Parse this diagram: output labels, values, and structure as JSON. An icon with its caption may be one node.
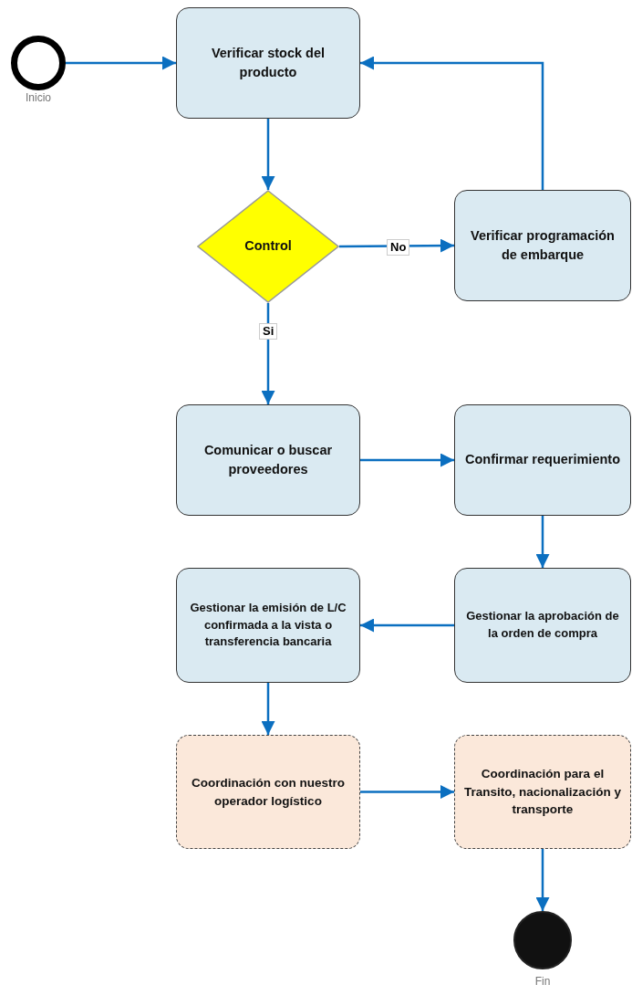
{
  "diagram": {
    "nodes": [
      {
        "text": [],
        "shape": "circle",
        "beside": [
          "Inicio"
        ]
      },
      {
        "text": [
          "Verificar stock del producto"
        ]
      },
      {
        "text": [
          "Control"
        ]
      },
      {
        "text": [
          "Verificar programación de embarque"
        ]
      },
      {
        "text": [
          "Comunicar o buscar proveedores"
        ]
      },
      {
        "text": [
          "Confirmar requerimiento"
        ]
      },
      {
        "text": [
          "Gestionar la aprobación de la orden de compra"
        ]
      },
      {
        "text": [
          "Gestionar la emisión de L/C confirmada a la vista o transferencia bancaria"
        ]
      },
      {
        "text": [
          "Coordinación con nuestro operador logístico"
        ]
      },
      {
        "text": [
          "Coordinación para el Transito, nacionalización y transporte"
        ]
      },
      {
        "text": [],
        "shape": "circle",
        "beside": [
          "Fin"
        ]
      }
    ],
    "edges": [
      {
        "from": 0,
        "to": 1,
        "arrow": "to"
      },
      {
        "from": 1,
        "to": 2,
        "arrow": "to"
      },
      {
        "from": 2,
        "to": 3,
        "arrow": "to",
        "label": "No"
      },
      {
        "from": 3,
        "to": 1,
        "arrow": "to"
      },
      {
        "from": 2,
        "to": 4,
        "arrow": "to",
        "label": "Si"
      },
      {
        "from": 4,
        "to": 5,
        "arrow": "to"
      },
      {
        "from": 5,
        "to": 6,
        "arrow": "to"
      },
      {
        "from": 6,
        "to": 7,
        "arrow": "to"
      },
      {
        "from": 7,
        "to": 8,
        "arrow": "to"
      },
      {
        "from": 8,
        "to": 9,
        "arrow": "to"
      },
      {
        "from": 9,
        "to": 10,
        "arrow": "to"
      }
    ]
  }
}
